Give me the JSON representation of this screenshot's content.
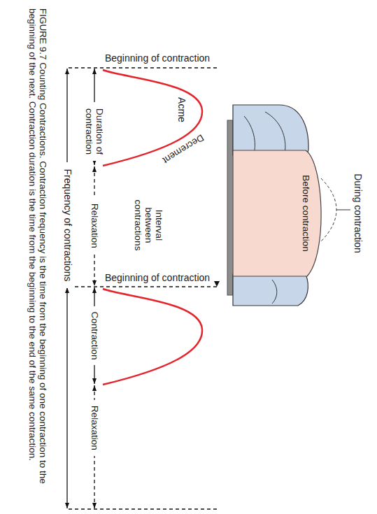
{
  "diagram": {
    "caption": "FIGURE 9.7 Counting Contractions. Contraction frequency is the time from the beginning of one contraction to the beginning of the next. Contraction duration is the time from the beginning to the end of the same contraction.",
    "nodes": [
      {
        "text": [
          "Before contraction"
        ]
      }
    ],
    "labels": [
      "During contraction",
      "Beginning of contraction",
      "Acme",
      "Decrement",
      "Interval between contractions",
      "Beginning of contraction",
      "Duration of contraction",
      "Relaxation",
      "Contraction",
      "Relaxation",
      "Frequency of contractions"
    ]
  }
}
